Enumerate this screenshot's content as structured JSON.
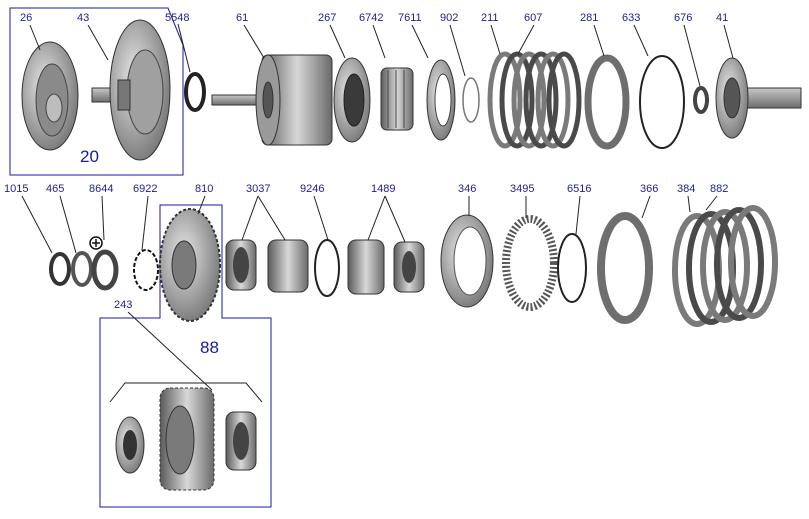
{
  "diagram": {
    "callouts": {
      "c26": "26",
      "c43": "43",
      "c5548": "5548",
      "c61": "61",
      "c267": "267",
      "c6742": "6742",
      "c7611": "7611",
      "c902": "902",
      "c211": "211",
      "c607": "607",
      "c281": "281",
      "c633": "633",
      "c676": "676",
      "c41": "41",
      "c1015": "1015",
      "c465": "465",
      "c8644": "8644",
      "c6922": "6922",
      "c810": "810",
      "c3037": "3037",
      "c9246": "9246",
      "c1489": "1489",
      "c346": "346",
      "c3495": "3495",
      "c6516": "6516",
      "c366": "366",
      "c384": "384",
      "c882": "882",
      "c243": "243"
    },
    "groups": {
      "g20": "20",
      "g88": "88"
    },
    "colors": {
      "box": "#1a1aa0",
      "label": "#1f1f8f",
      "metal": "#9a9a9a",
      "dark": "#3a3a3a"
    }
  }
}
